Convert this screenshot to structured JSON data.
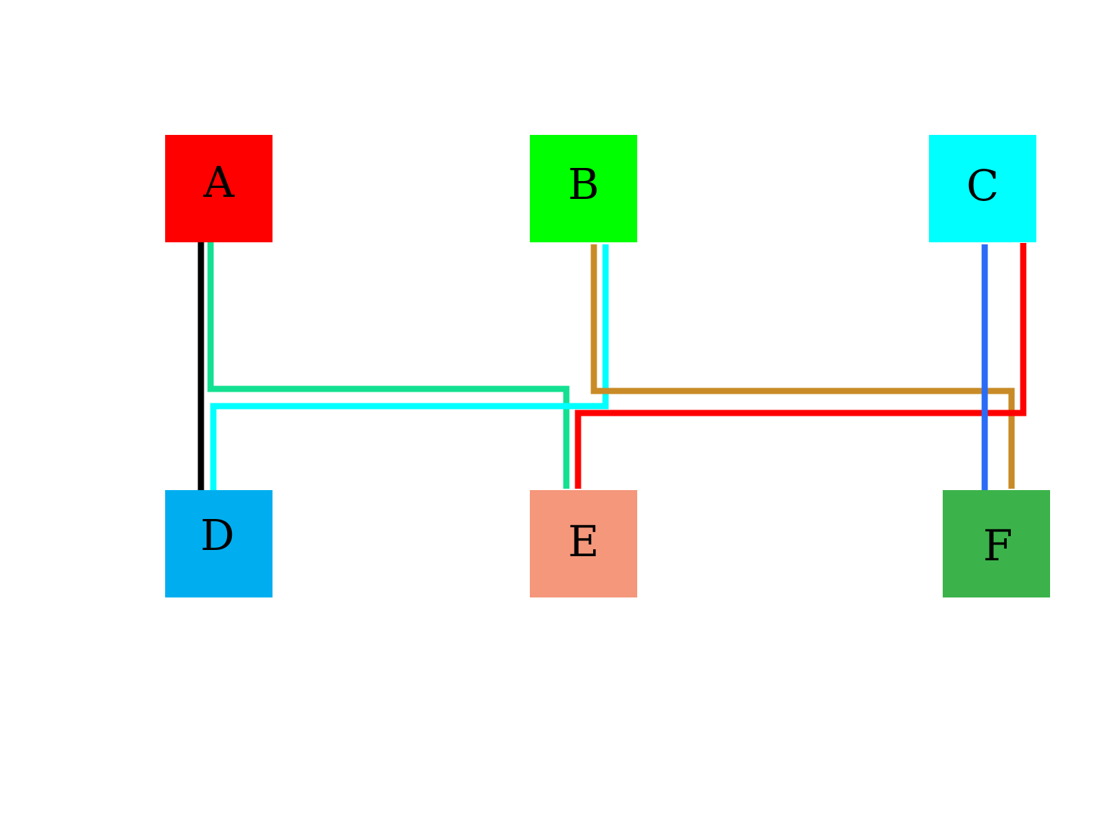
{
  "diagram": {
    "nodes": [
      {
        "id": "A",
        "label": "A",
        "color": "#ff0000"
      },
      {
        "id": "B",
        "label": "B",
        "color": "#00ff00"
      },
      {
        "id": "C",
        "label": "C",
        "color": "#00ffff"
      },
      {
        "id": "D",
        "label": "D",
        "color": "#00aeef"
      },
      {
        "id": "E",
        "label": "E",
        "color": "#f4977b"
      },
      {
        "id": "F",
        "label": "F",
        "color": "#3bb34a"
      }
    ],
    "edges": [
      {
        "from": "A",
        "to": "D",
        "color": "#000000"
      },
      {
        "from": "A",
        "to": "E",
        "color": "#13e090"
      },
      {
        "from": "B",
        "to": "D",
        "color": "#00ffff"
      },
      {
        "from": "B",
        "to": "F",
        "color": "#c98b27"
      },
      {
        "from": "C",
        "to": "E",
        "color": "#ff0000"
      },
      {
        "from": "C",
        "to": "F",
        "color": "#2b6cf6"
      }
    ]
  }
}
